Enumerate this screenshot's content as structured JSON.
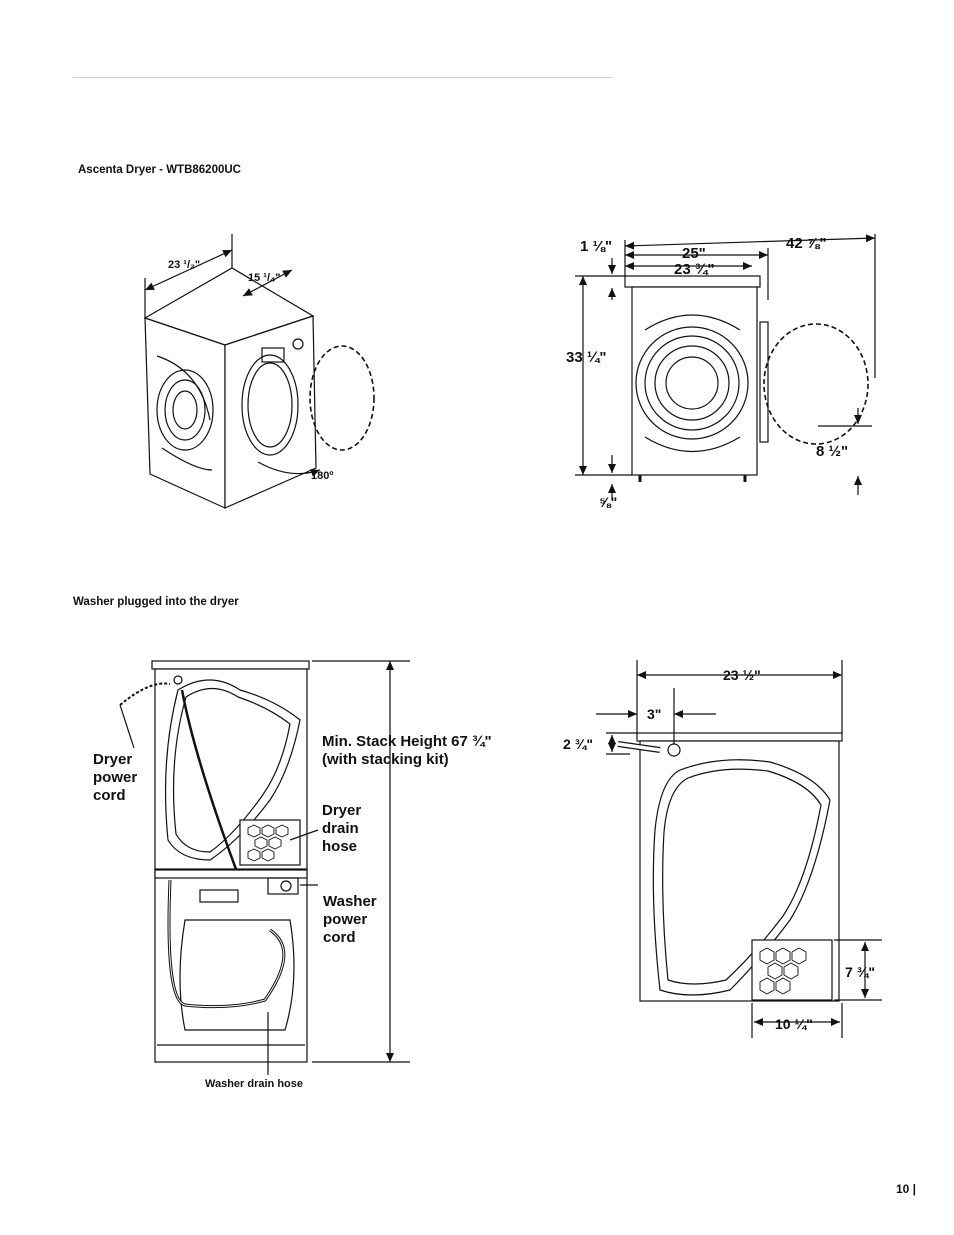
{
  "header": {
    "section_caption": "Ascenta Dryer -  WTB86200UC"
  },
  "figure1": {
    "depth_label": "23 ¹/₂\"",
    "door_depth_label": "15 ¹/₄\"",
    "swing_label": "180º"
  },
  "figure2": {
    "top_offset": "1 ⅛\"",
    "width_a": "25\"",
    "width_b": "23 ¾\"",
    "width_open": "42 ⅞\"",
    "height": "33 ¼\"",
    "door_bottom": "8 ½\"",
    "feet": "⅝\""
  },
  "stack_section": {
    "caption": "Washer plugged into the dryer"
  },
  "figure3": {
    "dryer_power_cord": "Dryer\npower\ncord",
    "stack_height": "Min. Stack Height 67 ¾\"\n(with stacking kit)",
    "dryer_drain_hose": "Dryer\ndrain\nhose",
    "washer_power_cord": "Washer\npower\ncord",
    "washer_drain_hose": "Washer drain hose"
  },
  "figure4": {
    "width": "23 ½\"",
    "offset": "3\"",
    "hose_height": "2 ¾\"",
    "vent_height": "7 ¾\"",
    "vent_width": "10 ¼\""
  },
  "footer": {
    "page_number": "10 |"
  }
}
